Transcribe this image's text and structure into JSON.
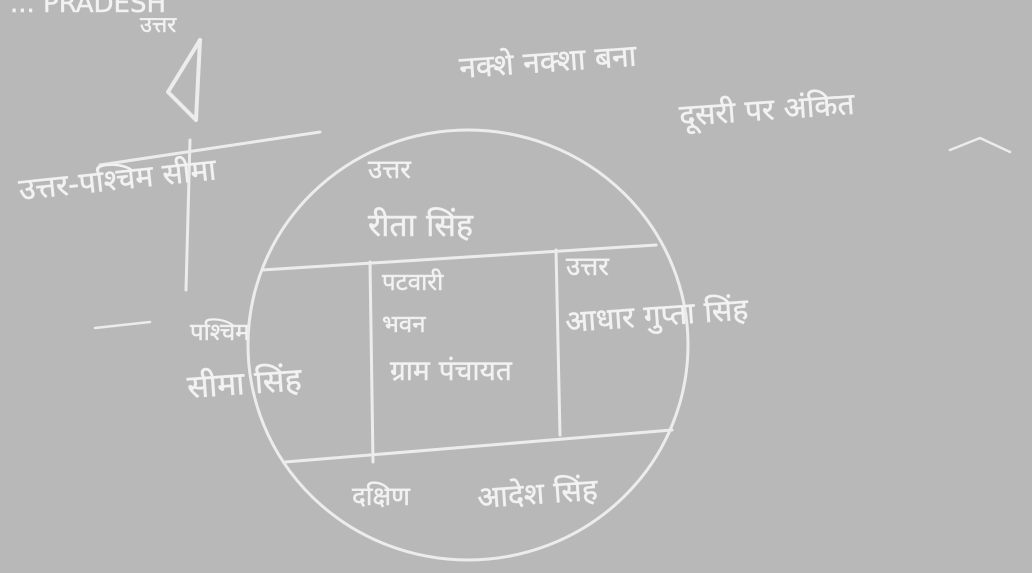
{
  "header_fragment": "... PRADESH",
  "compass_north": "उत्तर",
  "note_line1": "नक्शे नक्शा बना",
  "note_line2": "दूसरी पर अंकित",
  "label_northwest": "उत्तर-पश्चिम सीमा",
  "label_north_region": "उत्तर",
  "label_north_border": "रीता सिंह",
  "label_northeast": "उत्तर",
  "label_east_border": "आधार गुप्ता सिंह",
  "label_west_small": "पश्चिम",
  "label_west_border": "सीमा सिंह",
  "label_center_line1": "पटवारी",
  "label_center_line2": "भवन",
  "label_center_line3": "ग्राम पंचायत",
  "label_south_region": "दक्षिण",
  "label_south_border": "आदेश सिंह",
  "colors": {
    "paper": "#b8b8b8",
    "ink": "#f2f2f2"
  }
}
